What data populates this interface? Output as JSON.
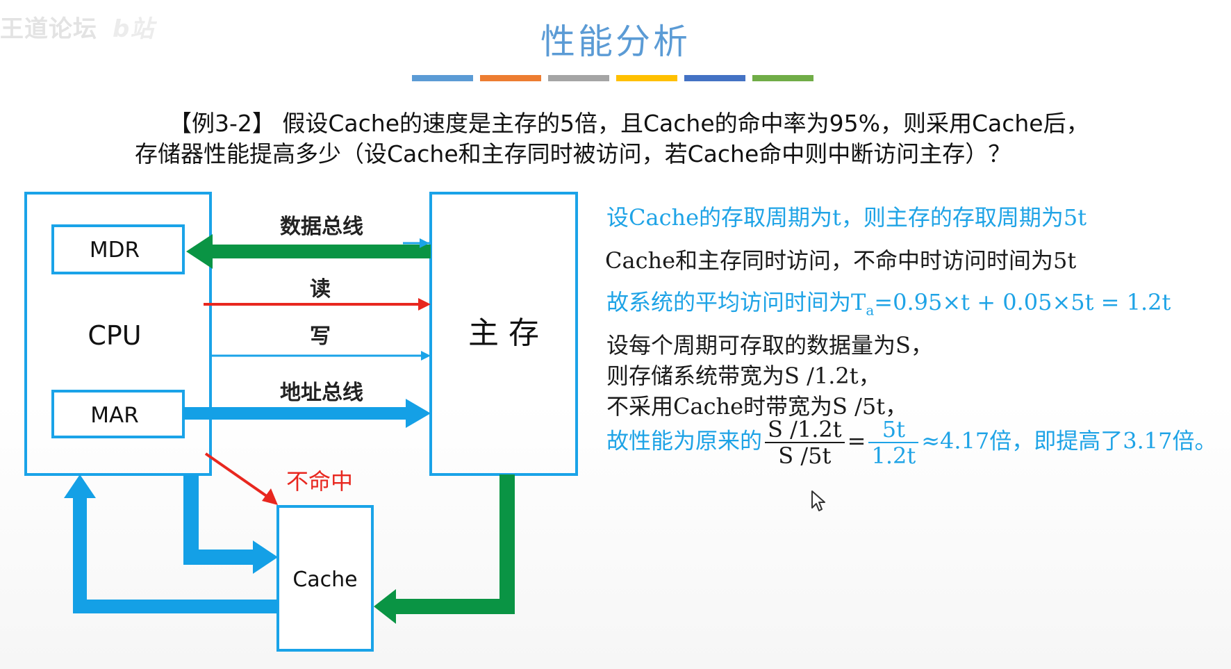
{
  "watermark": {
    "text": "王道论坛",
    "logo": "b站"
  },
  "slide": {
    "title": "性能分析",
    "color_bars": [
      "#5b9bd5",
      "#ed7d31",
      "#a5a5a5",
      "#ffc000",
      "#4472c4",
      "#70ad47"
    ]
  },
  "question": {
    "line1": "【例3-2】 假设Cache的速度是主存的5倍，且Cache的命中率为95%，则采用Cache后，",
    "line2": "存储器性能提高多少（设Cache和主存同时被访问，若Cache命中则中断访问主存）？"
  },
  "diagram": {
    "cpu_label": "CPU",
    "mdr_label": "MDR",
    "mar_label": "MAR",
    "memory_label": "主 存",
    "cache_label": "Cache",
    "data_bus_label": "数据总线",
    "read_label": "读",
    "write_label": "写",
    "address_bus_label": "地址总线",
    "miss_label": "不命中",
    "colors": {
      "box": "#1aa3e8",
      "green": "#0a9444",
      "red": "#e8271f",
      "blue_arrow": "#14a0e6"
    }
  },
  "explanation": {
    "line1": "设Cache的存取周期为t，则主存的存取周期为5t",
    "line2": "Cache和主存同时访问，不命中时访问时间为5t",
    "line3_prefix": "故系统的平均访问时间为T",
    "line3_sub": "a",
    "line3_rest": "=0.95×t + 0.05×5t = 1.2t",
    "line4": "设每个周期可存取的数据量为S，",
    "line5": "则存储系统带宽为S /1.2t，",
    "line6": "不采用Cache时带宽为S /5t，",
    "line7_prefix": "故性能为原来的",
    "frac1_num": "S /1.2t",
    "frac1_den": "S /5t",
    "equals": "=",
    "frac2_num": "5t",
    "frac2_den": "1.2t",
    "line7_suffix": "≈4.17倍，即提高了3.17倍。"
  }
}
